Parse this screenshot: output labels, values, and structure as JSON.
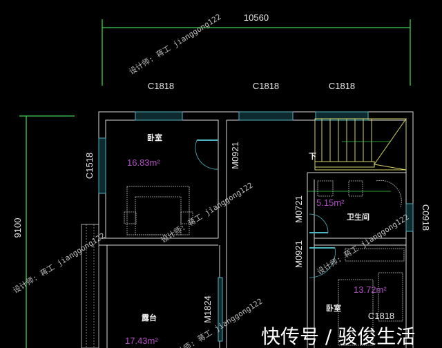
{
  "dimensions": {
    "width_total": "10560",
    "height_total": "9100"
  },
  "windows": {
    "top_1": "C1818",
    "top_2": "C1818",
    "top_3": "C1818",
    "left": "C1518",
    "right": "C0918",
    "bottom": "C1818"
  },
  "doors": {
    "bedroom1": "M0921",
    "balcony": "M1824",
    "bathroom": "M0721",
    "bedroom2": "M0921"
  },
  "rooms": {
    "bedroom1": {
      "name": "卧室",
      "area": "16.83m²"
    },
    "balcony": {
      "name": "露台",
      "area": "17.43m²"
    },
    "bathroom": {
      "name": "卫生间",
      "area": "5.15m²"
    },
    "bedroom2": {
      "name": "卧室",
      "area": "13.72m²"
    }
  },
  "stair_label": "下",
  "watermark": "设计师: 蒋工 jianggong122",
  "caption": "快传号 / 骏俊生活",
  "colors": {
    "dimension": "#3fd14a",
    "wall": "#d8d8d8",
    "window": "#4fb3c0",
    "stair": "#d6d36a",
    "area_text": "#b24fc4",
    "background": "#000000"
  }
}
